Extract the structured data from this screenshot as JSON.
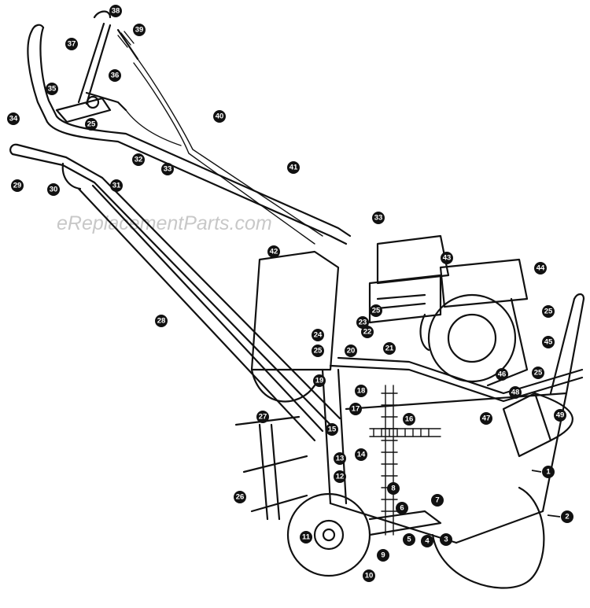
{
  "watermark": "eReplacementParts.com",
  "callouts": [
    "1",
    "2",
    "3",
    "4",
    "5",
    "6",
    "7",
    "8",
    "9",
    "10",
    "11",
    "12",
    "13",
    "14",
    "15",
    "16",
    "17",
    "18",
    "19",
    "20",
    "21",
    "22",
    "23",
    "24",
    "25",
    "26",
    "27",
    "28",
    "29",
    "30",
    "31",
    "32",
    "33",
    "34",
    "35",
    "36",
    "37",
    "38",
    "39",
    "40",
    "41",
    "42",
    "43",
    "44",
    "45",
    "46",
    "47",
    "48",
    "49",
    "25",
    "25",
    "25",
    "25",
    "33",
    "25"
  ]
}
